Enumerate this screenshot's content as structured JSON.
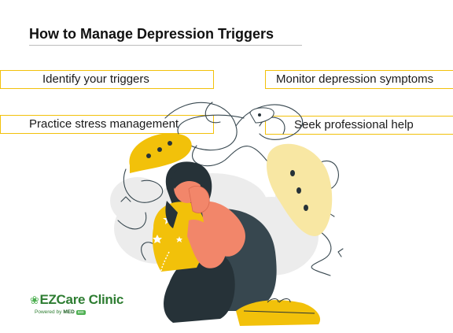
{
  "title": "How to Manage Depression Triggers",
  "tips": [
    "Identify your triggers",
    "Monitor depression symptoms",
    "Practice stress management",
    "Seek professional help"
  ],
  "logo": {
    "brand": "EZCare Clinic",
    "powered_by": "Powered by",
    "med": "MED",
    "badge": "ass"
  },
  "colors": {
    "accent_yellow": "#f2c10a",
    "pale_yellow": "#f8e7a3",
    "skin": "#f2866a",
    "dark": "#263238",
    "brand_green": "#2e7d32"
  }
}
